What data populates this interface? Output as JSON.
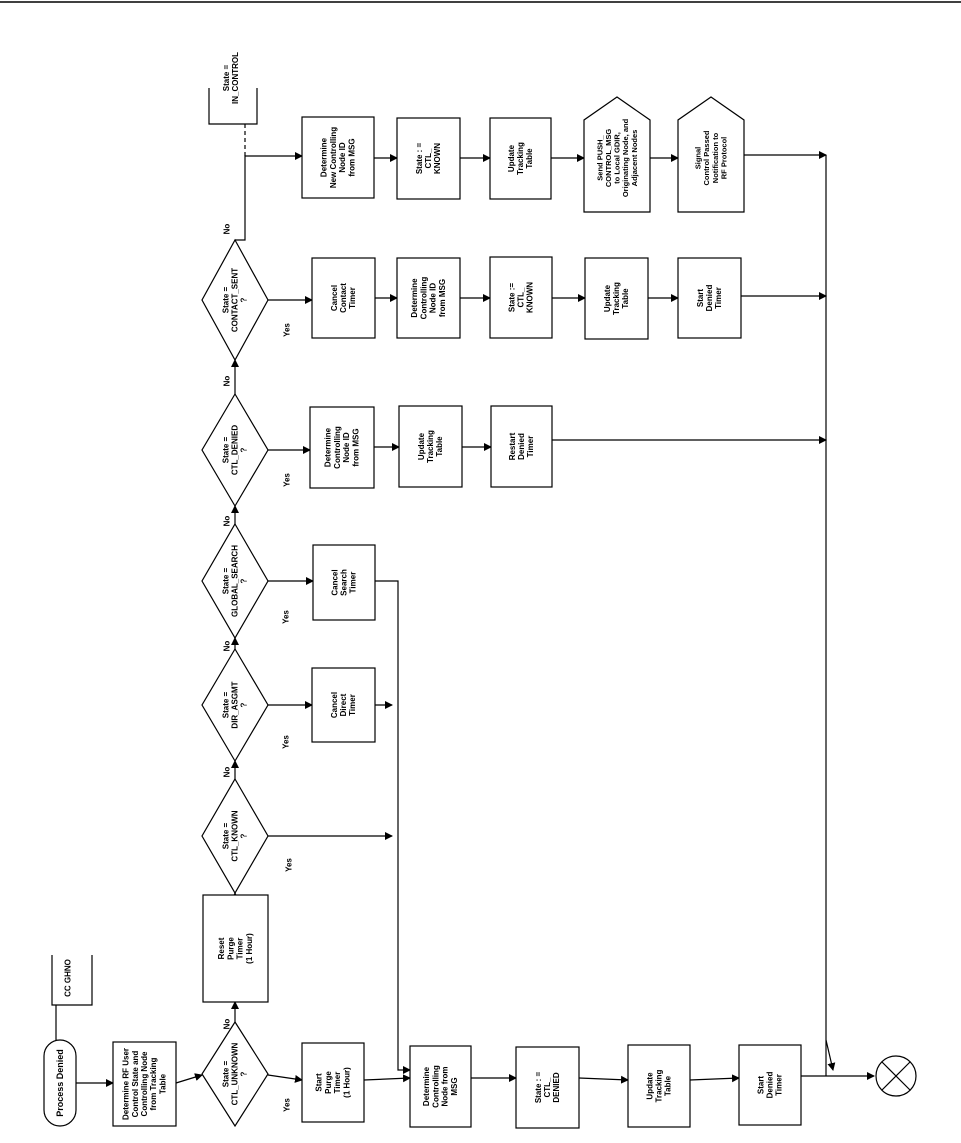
{
  "nodes": {
    "process_denied": "Process Denied",
    "cc_ghno": "CC GHNO",
    "determine_rf_user": [
      "Determine RF User",
      "Control State and",
      "Controlling Node",
      "from Tracking",
      "Table"
    ],
    "d_unknown": [
      "State =",
      "CTL_UNKNOWN",
      "?"
    ],
    "start_purge": [
      "Start",
      "Purge",
      "Timer",
      "(1 Hour)"
    ],
    "reset_purge": [
      "Reset",
      "Purge",
      "Timer",
      "(1 Hour)"
    ],
    "d_known": [
      "State =",
      "CTL_KNOWN",
      "?"
    ],
    "d_dir": [
      "State =",
      "DIR_ASGMT",
      "?"
    ],
    "cancel_direct": [
      "Cancel",
      "Direct",
      "Timer"
    ],
    "d_global": [
      "State =",
      "GLOBAL_SEARCH",
      "?"
    ],
    "cancel_search": [
      "Cancel",
      "Search",
      "Timer"
    ],
    "d_denied": [
      "State =",
      "CTL_DENIED",
      "?"
    ],
    "r3_det": [
      "Determine",
      "Controlling",
      "Node ID",
      "from MSG"
    ],
    "r3_upd": [
      "Update",
      "Tracking",
      "Table"
    ],
    "r3_restart": [
      "Restart",
      "Denied",
      "Timer"
    ],
    "d_contact": [
      "State =",
      "CONTACT_SENT",
      "?"
    ],
    "r2_cancel": [
      "Cancel",
      "Contact",
      "Timer"
    ],
    "r2_det": [
      "Determine",
      "Controlling",
      "Node ID",
      "from MSG"
    ],
    "r2_state": [
      "State :=",
      "CTL_",
      "KNOWN"
    ],
    "r2_upd": [
      "Update",
      "Tracking",
      "Table"
    ],
    "r2_start": [
      "Start",
      "Denied",
      "Timer"
    ],
    "in_control": [
      "State =",
      "IN_CONTROL"
    ],
    "r1_det": [
      "Determine",
      "New Controlling",
      "Node ID",
      "from MSG"
    ],
    "r1_state": [
      "State : =",
      "CTL_",
      "KNOWN"
    ],
    "r1_upd": [
      "Update",
      "Tracking",
      "Table"
    ],
    "r1_send": [
      "Send PUSH_",
      "CONTROL_MSG",
      "to Local GDIR,",
      "Originating Node, and",
      "Adjacent Nodes"
    ],
    "r1_signal": [
      "Signal",
      "Control Passed",
      "Notification to",
      "RF Protocol"
    ],
    "b_det": [
      "Determine",
      "Controlling",
      "Node from",
      "MSG"
    ],
    "b_state": [
      "State : =",
      "CTL_",
      "DENIED"
    ],
    "b_upd": [
      "Update",
      "Tracking",
      "Table"
    ],
    "b_start": [
      "Start",
      "Denied",
      "Timer"
    ]
  },
  "edge_labels": {
    "yes": "Yes",
    "no": "No"
  }
}
